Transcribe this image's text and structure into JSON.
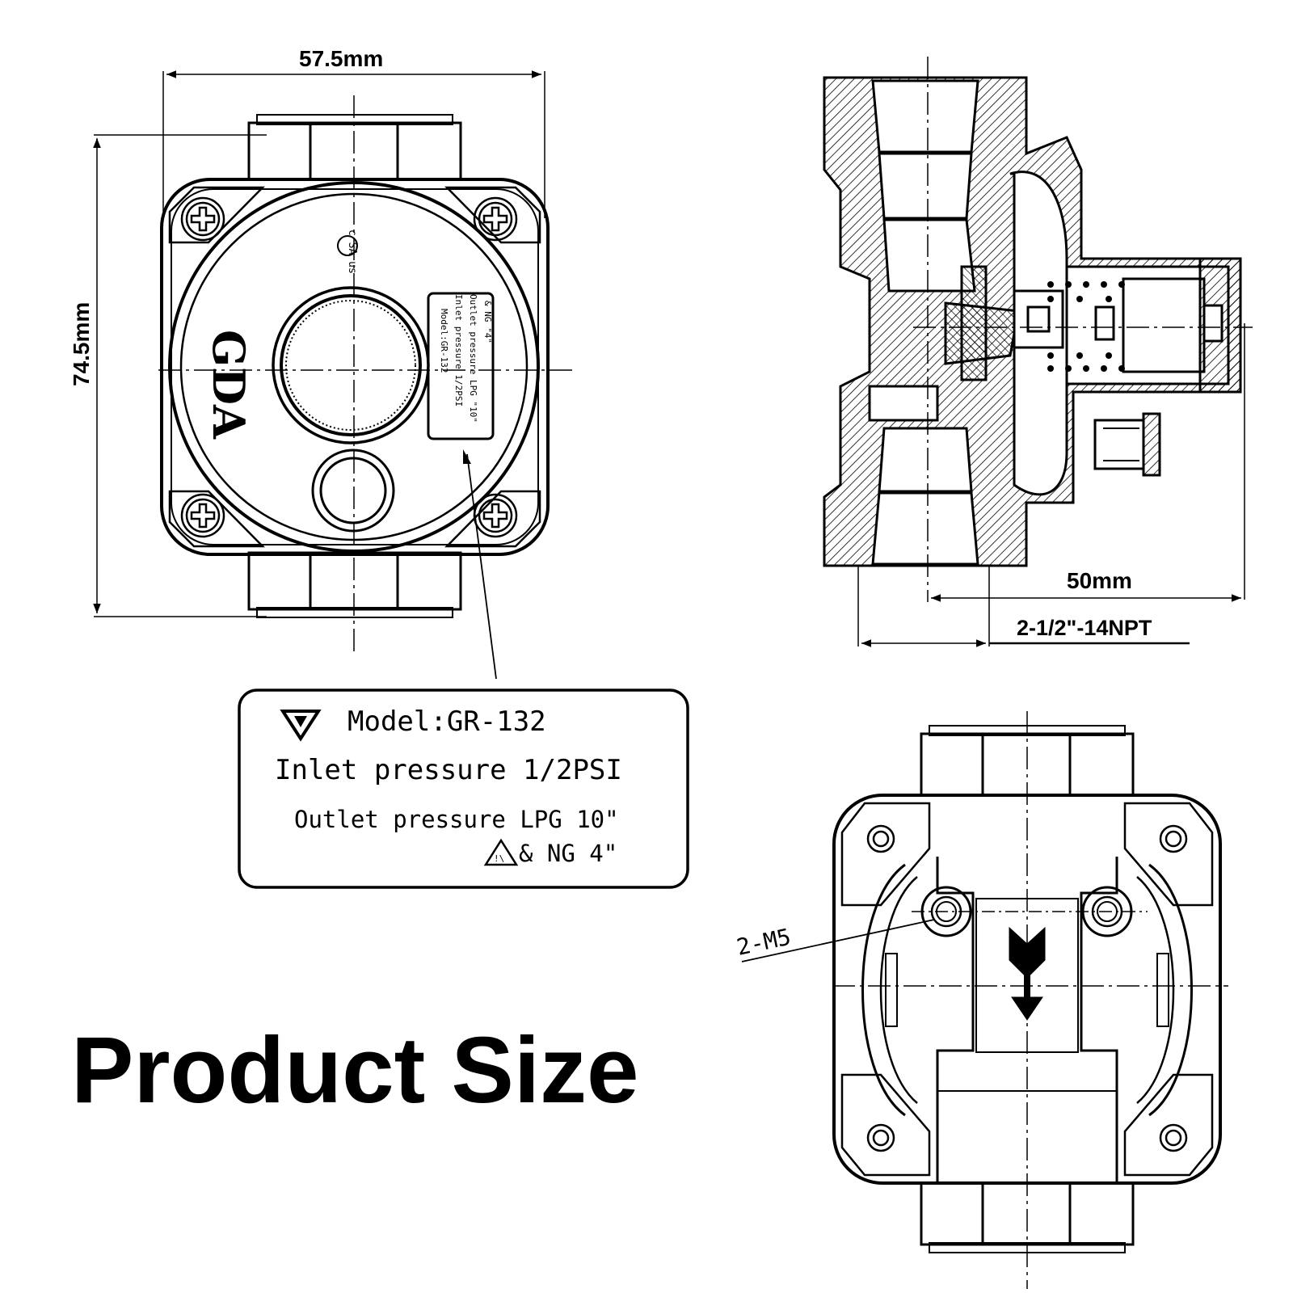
{
  "dimensions": {
    "width": "57.5mm",
    "height": "74.5mm",
    "depth": "50mm",
    "thread": "2-1/2\"-14NPT",
    "mount_holes": "2-M5"
  },
  "brand": "GDA",
  "certification_mark": "c SA us",
  "label": {
    "model": "Model:GR-132",
    "inlet": "Inlet pressure 1/2PSI",
    "outlet": "Outlet pressure  LPG 10\"",
    "ng": "& NG 4\""
  },
  "small_label": {
    "model": "Model:GR-132",
    "inlet": "Inlet pressure 1/2PSI",
    "outlet": "Outlet pressure LPG \"10\"",
    "ng": "& NG \"4\""
  },
  "caption": "Product Size"
}
